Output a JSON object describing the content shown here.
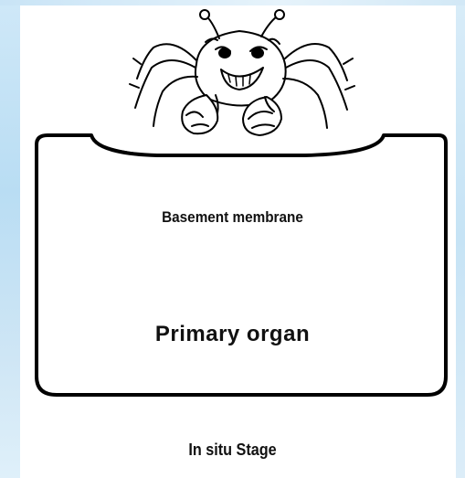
{
  "diagram": {
    "inner_label": "Basement membrane",
    "organ_label": "Primary organ",
    "stage_label": "In situ Stage",
    "icon": "crab-icon",
    "colors": {
      "outline": "#000000",
      "text": "#111111",
      "background_edge": "#c9e4f6"
    }
  }
}
